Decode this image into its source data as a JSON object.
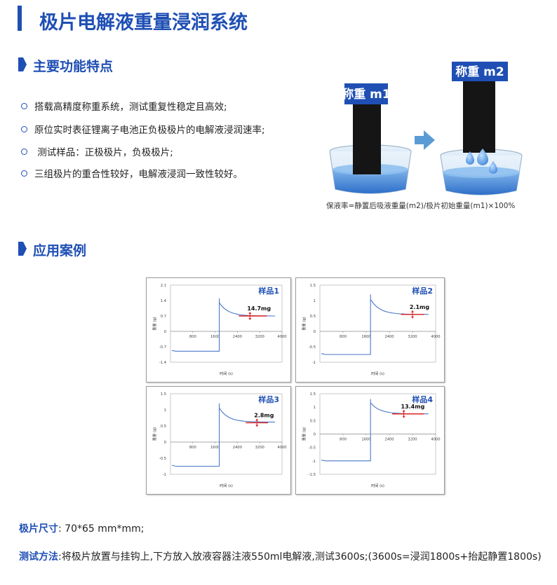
{
  "title": "极片电解液重量浸润系统",
  "features": {
    "heading": "主要功能特点",
    "items": [
      "搭载高精度称重系统，测试重复性稳定且高效;",
      "原位实时表征锂离子电池正负极极片的电解液浸润速率;",
      " 测试样品：正极极片，负极极片;",
      "三组极片的重合性较好，电解液浸润一致性较好。"
    ]
  },
  "diagram": {
    "label_m1": "称重 m1",
    "label_m2": "称重 m2",
    "formula": "保液率=静置后吸液重量(m2)/极片初始重量(m1)×100%"
  },
  "cases": {
    "heading": "应用案例"
  },
  "chart_data": [
    {
      "type": "line",
      "name": "样品1",
      "xlabel": "时间 (s)",
      "ylabel": "重量 (g)",
      "xlim": [
        0,
        4000
      ],
      "ylim": [
        -1.4,
        2.1
      ],
      "xticks": [
        "800",
        "1600",
        "2400",
        "3200",
        "4000"
      ],
      "yticks": [
        "2.1",
        "1.4",
        "0.7",
        "0",
        "-0.7",
        "-1.4"
      ],
      "yticks_v": [
        2.1,
        1.4,
        0.7,
        0,
        -0.7,
        -1.4
      ],
      "annotation": "14.7mg",
      "baseline": -0.9,
      "switch_x": 1750,
      "peak": 1.5,
      "settle": 0.7,
      "ann_y": 0.7,
      "ann_x": [
        2450,
        3450
      ]
    },
    {
      "type": "line",
      "name": "样品2",
      "xlabel": "时间 (s)",
      "ylabel": "重量 (g)",
      "xlim": [
        0,
        4000
      ],
      "ylim": [
        -1,
        1.5
      ],
      "xticks": [
        "800",
        "1600",
        "2400",
        "3200",
        "4000"
      ],
      "yticks": [
        "1.5",
        "1",
        "0.5",
        "0",
        "-0.5",
        "-1"
      ],
      "yticks_v": [
        1.5,
        1,
        0.5,
        0,
        -0.5,
        -1
      ],
      "annotation": "2.1mg",
      "baseline": -0.75,
      "switch_x": 1750,
      "peak": 1.2,
      "settle": 0.55,
      "ann_y": 0.55,
      "ann_x": [
        2800,
        3600
      ]
    },
    {
      "type": "line",
      "name": "样品3",
      "xlabel": "时间 (s)",
      "ylabel": "重量 (g)",
      "xlim": [
        0,
        4000
      ],
      "ylim": [
        -1,
        1.5
      ],
      "xticks": [
        "800",
        "1600",
        "2400",
        "3200",
        "4000"
      ],
      "yticks": [
        "1.5",
        "1",
        "0.5",
        "0",
        "-0.5",
        "-1"
      ],
      "yticks_v": [
        1.5,
        1,
        0.5,
        0,
        -0.5,
        -1
      ],
      "annotation": "2.8mg",
      "baseline": -0.75,
      "switch_x": 1750,
      "peak": 1.2,
      "settle": 0.62,
      "ann_y": 0.6,
      "ann_x": [
        2700,
        3500
      ]
    },
    {
      "type": "line",
      "name": "样品4",
      "xlabel": "时间 (s)",
      "ylabel": "重量 (g)",
      "xlim": [
        0,
        4000
      ],
      "ylim": [
        -1.5,
        1.5
      ],
      "xticks": [
        "800",
        "1600",
        "2400",
        "3200",
        "4000"
      ],
      "yticks": [
        "1.5",
        "1",
        "0.5",
        "0",
        "-0.5",
        "-1",
        "-1.5"
      ],
      "yticks_v": [
        1.5,
        1,
        0.5,
        0,
        -0.5,
        -1,
        -1.5
      ],
      "annotation": "13.4mg",
      "baseline": -1.0,
      "switch_x": 1750,
      "peak": 1.3,
      "settle": 0.75,
      "ann_y": 0.75,
      "ann_x": [
        2500,
        3600
      ]
    }
  ],
  "footer": {
    "size_label": "极片尺寸",
    "size_value": ": 70*65  mm*mm;",
    "method_label": "测试方法",
    "method_value": ":将极片放置与挂钩上,下方放入放液容器注液550ml电解液,测试3600s;(3600s=浸润1800s+抬起静置1800s)"
  },
  "colors": {
    "brand": "#1f4fb4",
    "series": "#4a78c8",
    "annotation": "#e02020",
    "sample_label": "#1f4fb4"
  }
}
